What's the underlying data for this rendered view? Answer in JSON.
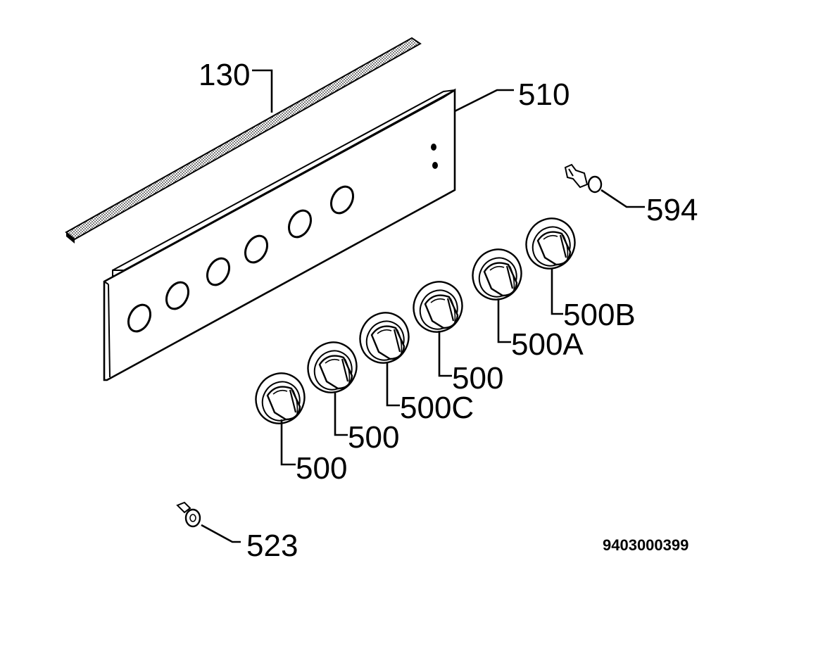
{
  "diagram": {
    "part_labels": {
      "strip": "130",
      "panel": "510",
      "indicator": "594",
      "knob_1": "500",
      "knob_2": "500",
      "knob_3": "500C",
      "knob_4": "500",
      "knob_5": "500A",
      "knob_6": "500B",
      "screw": "523"
    },
    "drawing_number": "9403000399"
  }
}
